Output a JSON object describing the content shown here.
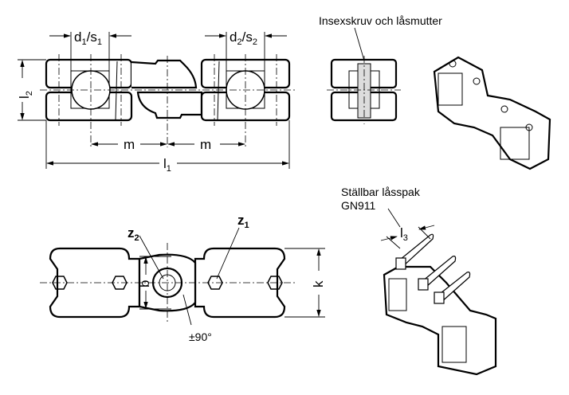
{
  "top_view": {
    "d1s1": {
      "a": "d",
      "b": "1",
      "c": "/s",
      "d": "1"
    },
    "d2s2": {
      "a": "d",
      "b": "2",
      "c": "/s",
      "d": "2"
    },
    "l2": {
      "a": "l",
      "b": "2"
    },
    "m_left": "m",
    "m_right": "m",
    "l1": {
      "a": "l",
      "b": "1"
    }
  },
  "section_view": {
    "note": "Insexskruv och låsmutter"
  },
  "bottom_view": {
    "z2": {
      "a": "z",
      "b": "2"
    },
    "z1": {
      "a": "z",
      "b": "1"
    },
    "b": "b",
    "k": "k",
    "angle": "±90°"
  },
  "iso_lever": {
    "note_line1": "Ställbar låsspak",
    "note_line2": "GN911",
    "l3": {
      "a": "l",
      "b": "3"
    }
  }
}
